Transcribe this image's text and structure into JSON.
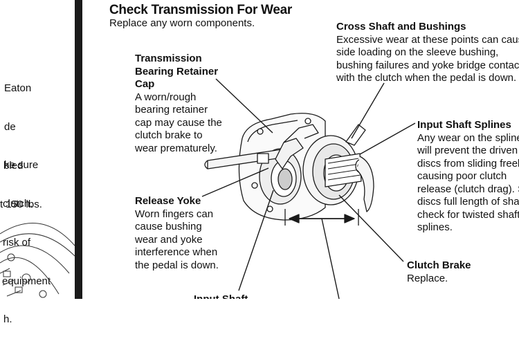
{
  "left_column": {
    "block1": [
      "Eaton",
      "de",
      "ke sure",
      "clutch."
    ],
    "block2": [
      "bled",
      "t 150 lbs.",
      "risk of",
      "equipment",
      "h."
    ]
  },
  "page": {
    "title": "Check Transmission For Wear",
    "subtitle": "Replace any worn components."
  },
  "callouts": {
    "bearing_retainer": {
      "heading": [
        "Transmission",
        "Bearing Retainer",
        "Cap"
      ],
      "body": [
        "A worn/rough",
        "bearing retainer",
        "cap may cause the",
        "clutch brake to",
        "wear prematurely."
      ]
    },
    "release_yoke": {
      "heading": "Release Yoke",
      "body": [
        "Worn fingers can",
        "cause bushing",
        "wear and yoke",
        "interference when",
        "the pedal is down."
      ]
    },
    "cross_shaft": {
      "heading": "Cross Shaft and Bushings",
      "body": [
        "Excessive wear at these points can cause",
        "side loading on the sleeve bushing,",
        "bushing failures and yoke bridge contact",
        "with the clutch when the pedal is down."
      ]
    },
    "input_shaft_splines": {
      "heading": "Input Shaft Splines",
      "body": [
        "Any wear on the splines",
        "will prevent the driven",
        "discs from sliding freely",
        "causing poor clutch",
        "release (clutch drag). S",
        "discs full length of shaft",
        "check for twisted shaft",
        "splines."
      ]
    },
    "clutch_brake": {
      "heading": "Clutch Brake",
      "body": "Replace."
    },
    "input_shaft_partial": {
      "heading": "Input Shaft"
    }
  }
}
